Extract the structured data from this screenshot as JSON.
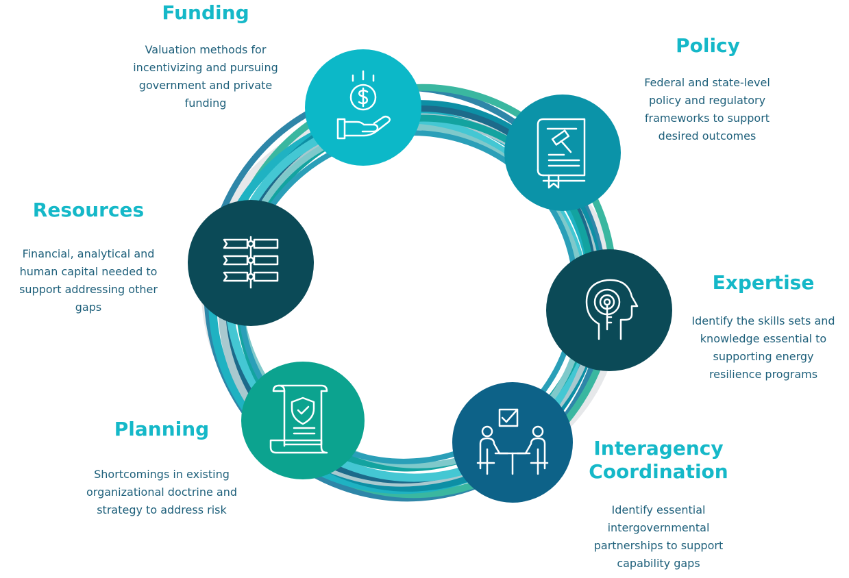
{
  "colors": {
    "title": "#15b8c8",
    "description": "#1d5f7a",
    "funding": "#0cb8c8",
    "policy": "#0b93a8",
    "expertise": "#0b4a57",
    "interagency": "#0d6288",
    "planning": "#0ca38f",
    "resources": "#0b4a57"
  },
  "nodes": [
    {
      "id": "funding",
      "icon": "hand-dollar-icon",
      "title": "Funding",
      "description": [
        "Valuation methods for",
        "incentivizing and pursuing",
        "government and private",
        "funding"
      ]
    },
    {
      "id": "policy",
      "icon": "law-book-gavel-icon",
      "title": "Policy",
      "description": [
        "Federal and state-level",
        "policy and regulatory",
        "frameworks to support",
        "desired outcomes"
      ]
    },
    {
      "id": "expertise",
      "icon": "head-target-key-icon",
      "title": "Expertise",
      "description": [
        "Identify the skills sets and",
        "knowledge essential to",
        "supporting energy",
        "resilience programs"
      ]
    },
    {
      "id": "interagency",
      "icon": "meeting-table-icon",
      "title": [
        "Interagency",
        "Coordination"
      ],
      "description": [
        "Identify essential",
        "intergovernmental",
        "partnerships to support",
        "capability gaps"
      ]
    },
    {
      "id": "planning",
      "icon": "shield-document-icon",
      "title": "Planning",
      "description": [
        "Shortcomings in existing",
        "organizational doctrine and",
        "strategy to address risk"
      ]
    },
    {
      "id": "resources",
      "icon": "flow-chart-icon",
      "title": "Resources",
      "description": [
        "Financial, analytical and",
        "human capital needed to",
        "support addressing other",
        "gaps"
      ]
    }
  ]
}
